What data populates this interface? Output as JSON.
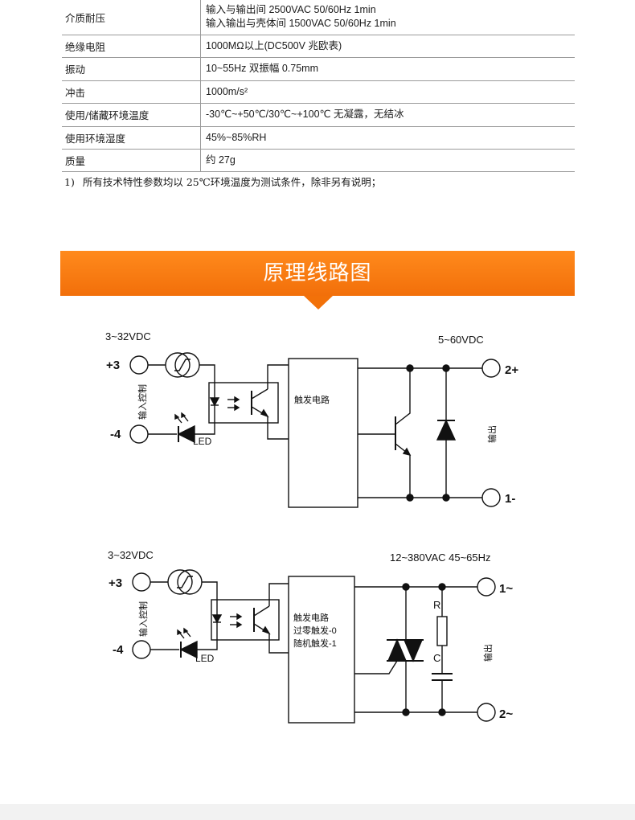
{
  "spec_table": {
    "rows": [
      {
        "label": "介质耐压",
        "lines": [
          "输入与输出间 2500VAC 50/60Hz 1min",
          "输入输出与壳体间 1500VAC 50/60Hz 1min"
        ]
      },
      {
        "label": "绝缘电阻",
        "lines": [
          "1000MΩ以上(DC500V 兆欧表)"
        ]
      },
      {
        "label": "振动",
        "lines": [
          "10~55Hz  双振幅 0.75mm"
        ]
      },
      {
        "label": "冲击",
        "lines": [
          "1000m/s²"
        ]
      },
      {
        "label": "使用/储藏环境温度",
        "lines": [
          "-30℃~+50℃/30℃~+100℃  无凝露，无结冰"
        ]
      },
      {
        "label": "使用环境湿度",
        "lines": [
          "45%~85%RH"
        ]
      },
      {
        "label": "质量",
        "lines": [
          "约 27g"
        ]
      }
    ]
  },
  "footnote": {
    "number": "1)",
    "text": "所有技术特性参数均以 25℃环境温度为测试条件，除非另有说明；"
  },
  "section_title": "原理线路图",
  "diagram_dc": {
    "input_voltage": "3~32VDC",
    "input_pos": "+3",
    "input_neg": "-4",
    "input_side_label": "输入控制",
    "led_label": "LED",
    "trigger_label": "触发电路",
    "output_voltage": "5~60VDC",
    "output_pos": "2+",
    "output_neg": "1-",
    "output_side_label": "输出"
  },
  "diagram_ac": {
    "input_voltage": "3~32VDC",
    "input_pos": "+3",
    "input_neg": "-4",
    "input_side_label": "输入控制",
    "led_label": "LED",
    "trigger_lines": [
      "触发电路",
      "过零触发-0",
      "随机触发-1"
    ],
    "output_voltage": "12~380VAC 45~65Hz",
    "terminal_1": "1~",
    "terminal_2": "2~",
    "r_label": "R",
    "c_label": "C",
    "output_side_label": "输出"
  }
}
